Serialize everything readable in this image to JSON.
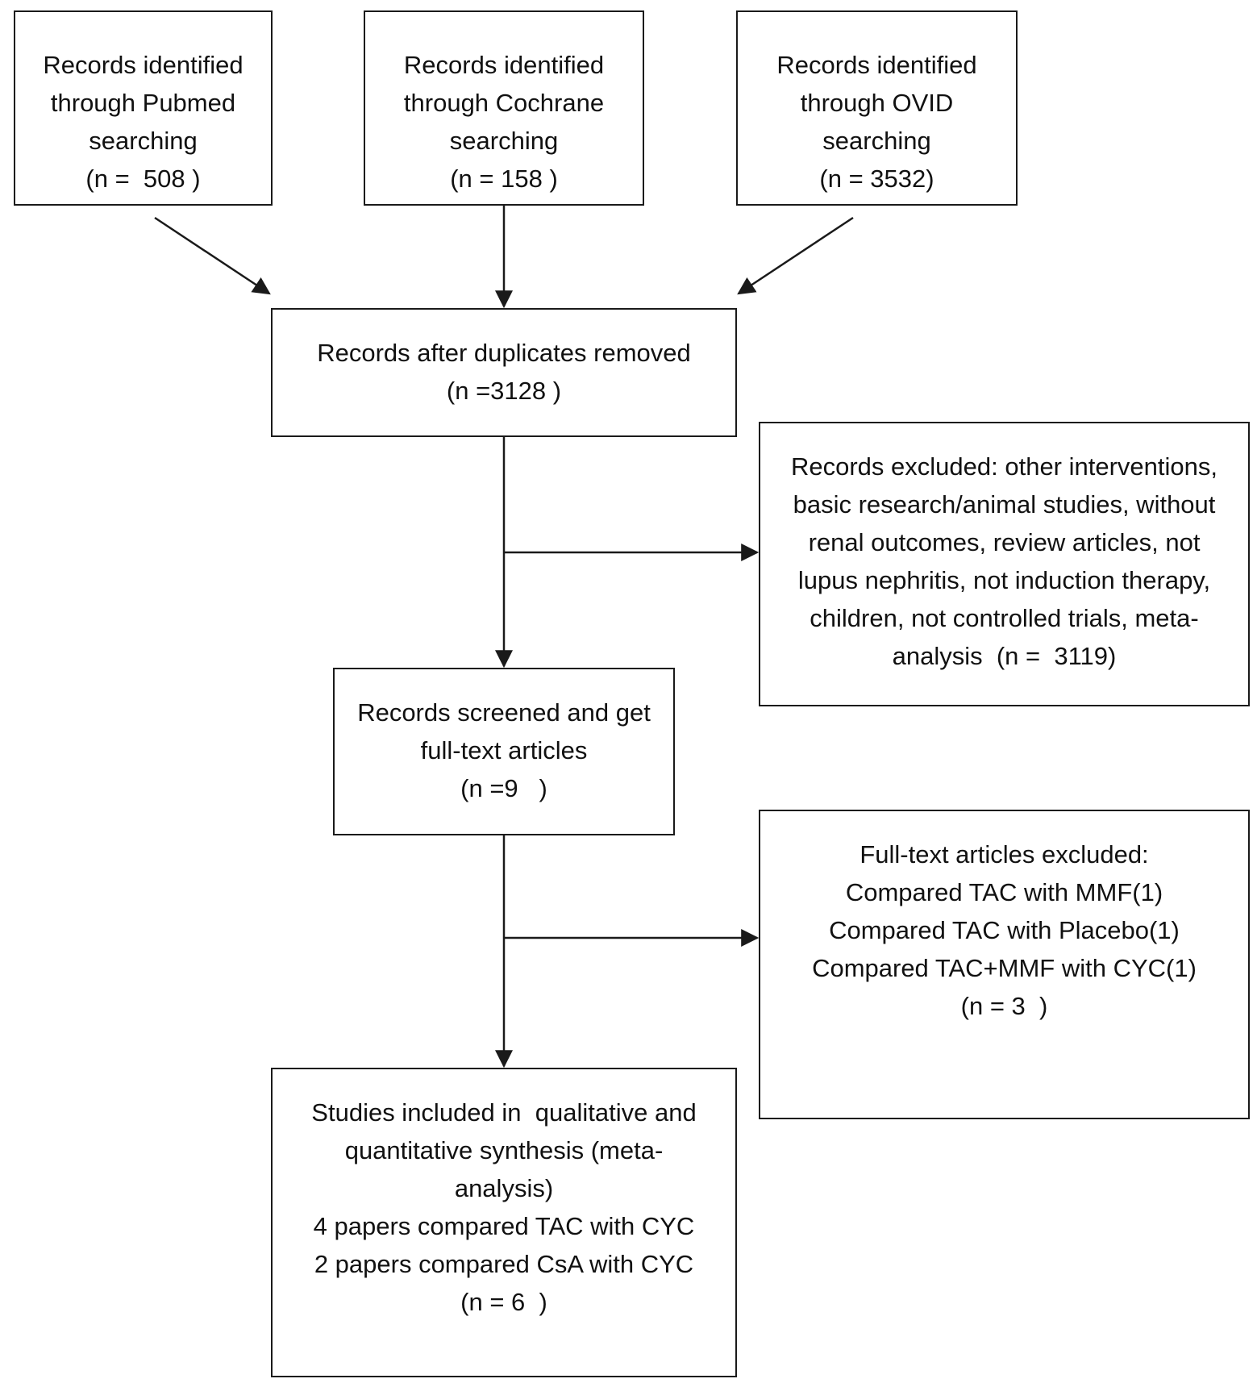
{
  "boxes": {
    "pubmed": {
      "lines": [
        "Records identified",
        "through Pubmed",
        "searching",
        "(n =  508 )"
      ]
    },
    "cochrane": {
      "lines": [
        "Records identified",
        "through Cochrane",
        "searching",
        "(n = 158 )"
      ]
    },
    "ovid": {
      "lines": [
        "Records identified",
        "through OVID",
        "searching",
        "(n = 3532)"
      ]
    },
    "dedup": {
      "lines": [
        "Records after duplicates removed",
        "(n =3128 )"
      ]
    },
    "excluded_records": {
      "lines": [
        "Records excluded: other interventions,",
        "basic research/animal studies, without",
        "renal outcomes, review articles, not",
        "lupus nephritis, not induction therapy,",
        "children, not controlled trials, meta-",
        "analysis  (n =  3119)"
      ]
    },
    "screened": {
      "lines": [
        "Records screened and get",
        "full-text articles",
        "(n =9   )"
      ]
    },
    "excluded_fulltext": {
      "lines": [
        "Full-text articles excluded:",
        "Compared TAC with MMF(1)",
        "Compared TAC with Placebo(1)",
        "Compared TAC+MMF with CYC(1)",
        "(n = 3  )"
      ]
    },
    "included": {
      "lines": [
        "Studies included in  qualitative and",
        "quantitative synthesis (meta-",
        "analysis)",
        "4 papers compared TAC with CYC",
        "2 papers compared CsA with CYC",
        "(n = 6  )"
      ]
    }
  }
}
